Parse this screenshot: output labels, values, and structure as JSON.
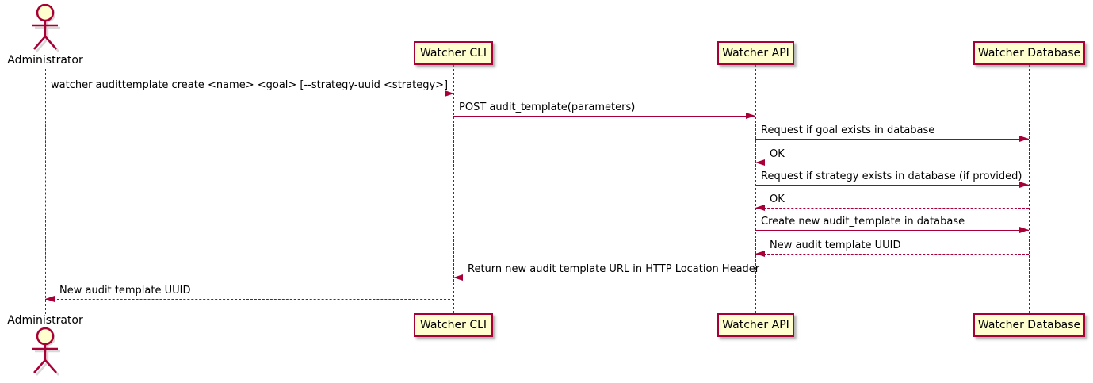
{
  "diagram_type": "uml-sequence-diagram",
  "colors": {
    "line": "#A80036",
    "participant_fill": "#FEFECE",
    "text": "#000000",
    "background": "#FFFFFF"
  },
  "actor": {
    "name": "Administrator"
  },
  "participants": [
    {
      "id": "watcher-cli",
      "label": "Watcher CLI"
    },
    {
      "id": "watcher-api",
      "label": "Watcher API"
    },
    {
      "id": "watcher-database",
      "label": "Watcher Database"
    }
  ],
  "messages": [
    {
      "from": "Administrator",
      "to": "Watcher CLI",
      "style": "solid",
      "text": "watcher audittemplate create <name> <goal> [--strategy-uuid <strategy>]"
    },
    {
      "from": "Watcher CLI",
      "to": "Watcher API",
      "style": "solid",
      "text": "POST audit_template(parameters)"
    },
    {
      "from": "Watcher API",
      "to": "Watcher Database",
      "style": "solid",
      "text": "Request if goal exists in database"
    },
    {
      "from": "Watcher Database",
      "to": "Watcher API",
      "style": "dashed",
      "text": "OK"
    },
    {
      "from": "Watcher API",
      "to": "Watcher Database",
      "style": "solid",
      "text": "Request if strategy exists in database (if provided)"
    },
    {
      "from": "Watcher Database",
      "to": "Watcher API",
      "style": "dashed",
      "text": "OK"
    },
    {
      "from": "Watcher API",
      "to": "Watcher Database",
      "style": "solid",
      "text": "Create new audit_template in database"
    },
    {
      "from": "Watcher Database",
      "to": "Watcher API",
      "style": "dashed",
      "text": "New audit template UUID"
    },
    {
      "from": "Watcher API",
      "to": "Watcher CLI",
      "style": "dashed",
      "text": "Return new audit template URL in HTTP Location Header"
    },
    {
      "from": "Watcher CLI",
      "to": "Administrator",
      "style": "dashed",
      "text": "New audit template UUID"
    }
  ]
}
